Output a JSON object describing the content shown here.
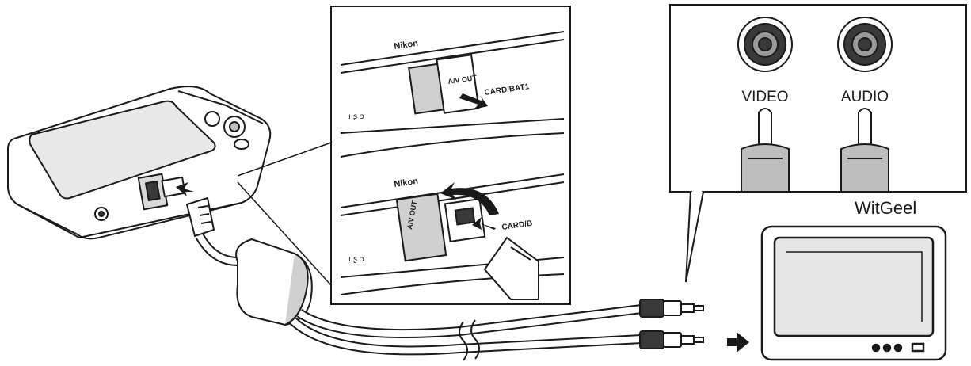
{
  "labels": {
    "video": "VIDEO",
    "audio": "AUDIO",
    "plug_colors": "WitGeel",
    "brand": "Nikon",
    "port_label": "A/V OUT",
    "slot_label_1": "CARD/BAT1",
    "slot_label_2": "CARD/B"
  },
  "colors": {
    "line": "#1a1a1a",
    "fill": "#ffffff",
    "shade": "#bdbdbd",
    "dark": "#3a3a3a"
  },
  "icons": [
    "camera",
    "hdmi-closeup-top",
    "hdmi-closeup-bottom",
    "rca-jack-video",
    "rca-jack-audio",
    "rca-plug",
    "tv",
    "arrow"
  ]
}
